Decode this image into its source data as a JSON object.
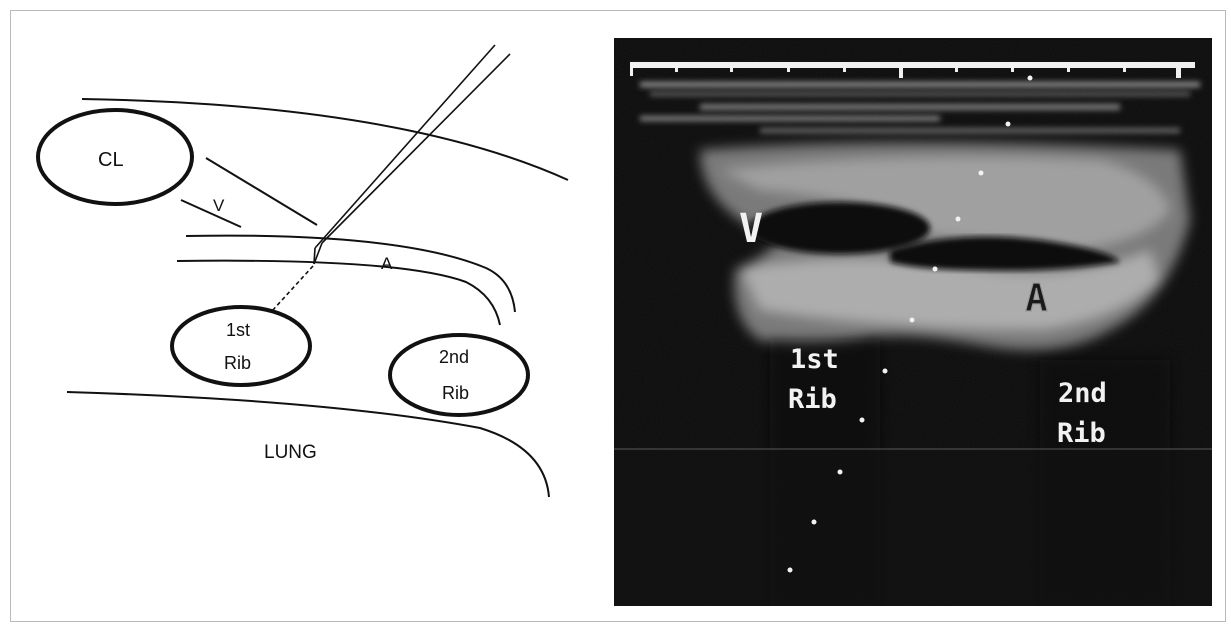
{
  "schematic": {
    "labels": {
      "clavicle": "CL",
      "vein": "V",
      "artery": "A",
      "first_rib_line1": "1st",
      "first_rib_line2": "Rib",
      "second_rib_line1": "2nd",
      "second_rib_line2": "Rib",
      "lung": "LUNG"
    }
  },
  "ultrasound": {
    "labels": {
      "vein": "V",
      "artery": "A",
      "first_rib_line1": "1st",
      "first_rib_line2": "Rib",
      "second_rib_line1": "2nd",
      "second_rib_line2": "Rib"
    },
    "colors": {
      "background": "#0b0b0b",
      "tissue": "#d9d9d9"
    }
  }
}
